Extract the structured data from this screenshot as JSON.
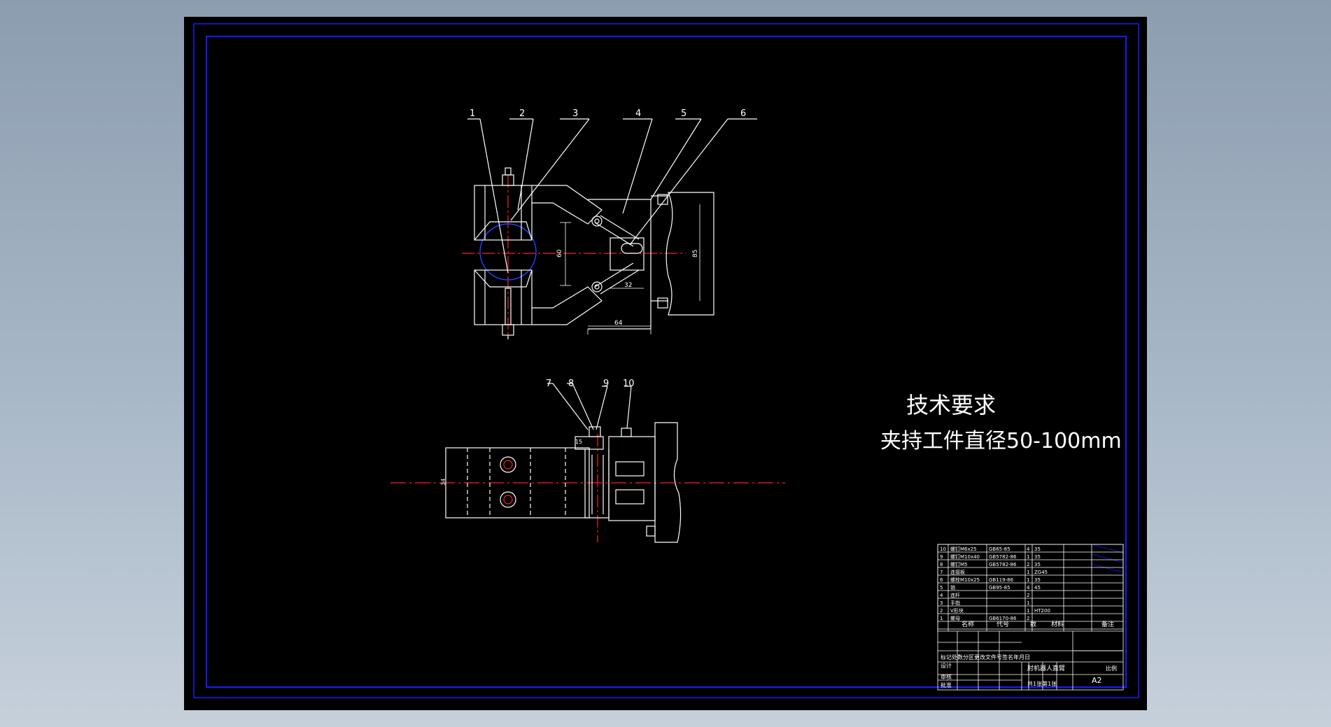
{
  "part_labels": [
    "1",
    "2",
    "3",
    "4",
    "5",
    "6",
    "7",
    "8",
    "9",
    "10"
  ],
  "dimensions": {
    "d60": "60",
    "d85": "85",
    "d32": "32",
    "d64": "64",
    "d15": "15",
    "d34": "34"
  },
  "tech_requirements": {
    "title": "技术要求",
    "line1": "夹持工件直径50-100mm"
  },
  "title_block": {
    "project_name": "肘机器人直臂",
    "sheet_size": "A2",
    "sheet_info": "共1张第1张",
    "scale_label": "比例",
    "header_name": "名称",
    "header_code": "代号",
    "header_qty": "数",
    "header_material": "材料",
    "header_remark": "备注",
    "designer_label": "设计",
    "checker_label": "审核",
    "approve_label": "批准",
    "revision_label": "标记处数分区更改文件号签名年月日",
    "material_hint": "HT200",
    "rows": [
      {
        "no": "10",
        "name": "螺钉M6x25",
        "code": "GB65-85",
        "qty": "4",
        "mat": "35"
      },
      {
        "no": "9",
        "name": "螺钉M10x40",
        "code": "GB5782-86",
        "qty": "1",
        "mat": "35"
      },
      {
        "no": "8",
        "name": "螺钉M5",
        "code": "GB5782-86",
        "qty": "2",
        "mat": "35"
      },
      {
        "no": "7",
        "name": "连接板",
        "code": "",
        "qty": "1",
        "mat": "ZG45"
      },
      {
        "no": "6",
        "name": "螺栓M10x25",
        "code": "GB119-86",
        "qty": "1",
        "mat": "35"
      },
      {
        "no": "5",
        "name": "销",
        "code": "GB95-85",
        "qty": "4",
        "mat": "45"
      },
      {
        "no": "4",
        "name": "连杆",
        "code": "",
        "qty": "2",
        "mat": ""
      },
      {
        "no": "3",
        "name": "手指",
        "code": "",
        "qty": "1",
        "mat": ""
      },
      {
        "no": "2",
        "name": "V形块",
        "code": "",
        "qty": "1",
        "mat": "HT200"
      },
      {
        "no": "1",
        "name": "螺母",
        "code": "GB6170-86",
        "qty": "2",
        "mat": ""
      }
    ]
  },
  "colors": {
    "background": "#000000",
    "lines": "#ffffff",
    "centerline": "#ff2020",
    "border": "#1a1aff",
    "circle": "#2244ff"
  }
}
